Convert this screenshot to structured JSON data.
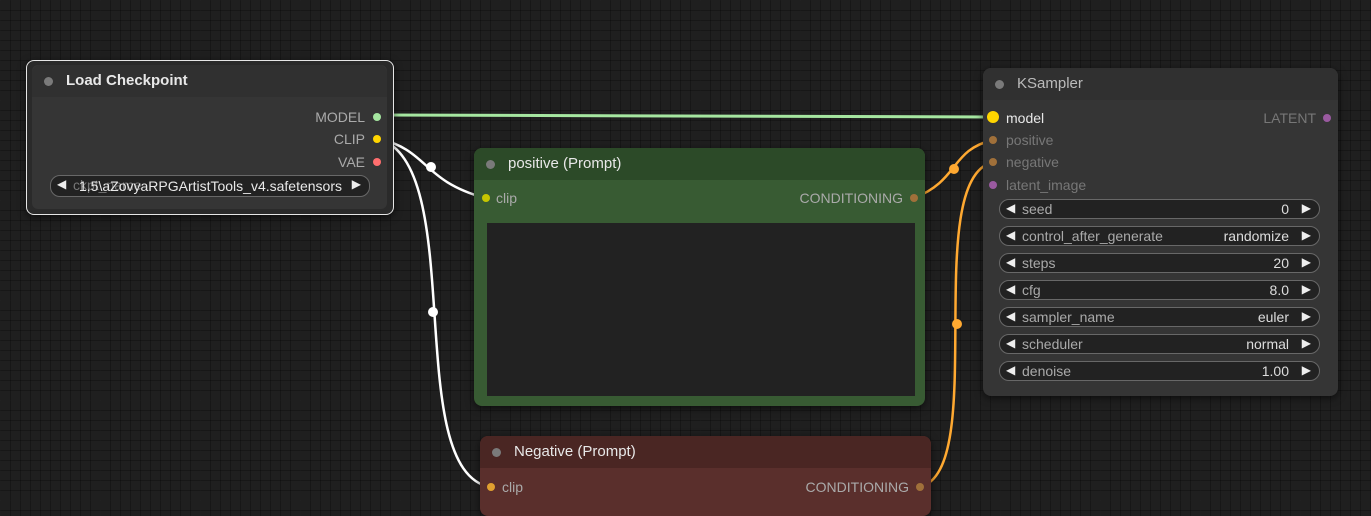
{
  "nodes": {
    "load_checkpoint": {
      "title": "Load Checkpoint",
      "outputs": [
        {
          "label": "MODEL",
          "color": "#a5e6a0"
        },
        {
          "label": "CLIP",
          "color": "#ffd500"
        },
        {
          "label": "VAE",
          "color": "#ff6e6e"
        }
      ],
      "widget": {
        "name": "ckpt_name",
        "value": "1.5\\aZovyaRPGArtistTools_v4.safetensors"
      }
    },
    "positive_prompt": {
      "title": "positive (Prompt)",
      "input": {
        "label": "clip",
        "color": "#c6c600"
      },
      "output": {
        "label": "CONDITIONING",
        "color": "#ffa931"
      },
      "text": ""
    },
    "negative_prompt": {
      "title": "Negative (Prompt)",
      "input": {
        "label": "clip",
        "color": "#e0a030"
      },
      "output": {
        "label": "CONDITIONING",
        "color": "#ffa931"
      }
    },
    "ksampler": {
      "title": "KSampler",
      "inputs": [
        {
          "label": "model",
          "color": "#ffd500"
        },
        {
          "label": "positive",
          "color": "#a0703a"
        },
        {
          "label": "negative",
          "color": "#a0703a"
        },
        {
          "label": "latent_image",
          "color": "#9a5aa0"
        }
      ],
      "output": {
        "label": "LATENT",
        "color": "#9a5aa0"
      },
      "widgets": [
        {
          "name": "seed",
          "value": "0"
        },
        {
          "name": "control_after_generate",
          "value": "randomize"
        },
        {
          "name": "steps",
          "value": "20"
        },
        {
          "name": "cfg",
          "value": "8.0"
        },
        {
          "name": "sampler_name",
          "value": "euler"
        },
        {
          "name": "scheduler",
          "value": "normal"
        },
        {
          "name": "denoise",
          "value": "1.00"
        }
      ]
    }
  },
  "arrows": {
    "left": "◀",
    "right": "▶"
  },
  "colors": {
    "model_link": "#a5e6a0",
    "clip_link": "#ffffff",
    "conditioning_link": "#ffa931",
    "positive_node": "#385b33",
    "negative_node": "#5a2f2c",
    "node_default": "#353535"
  }
}
